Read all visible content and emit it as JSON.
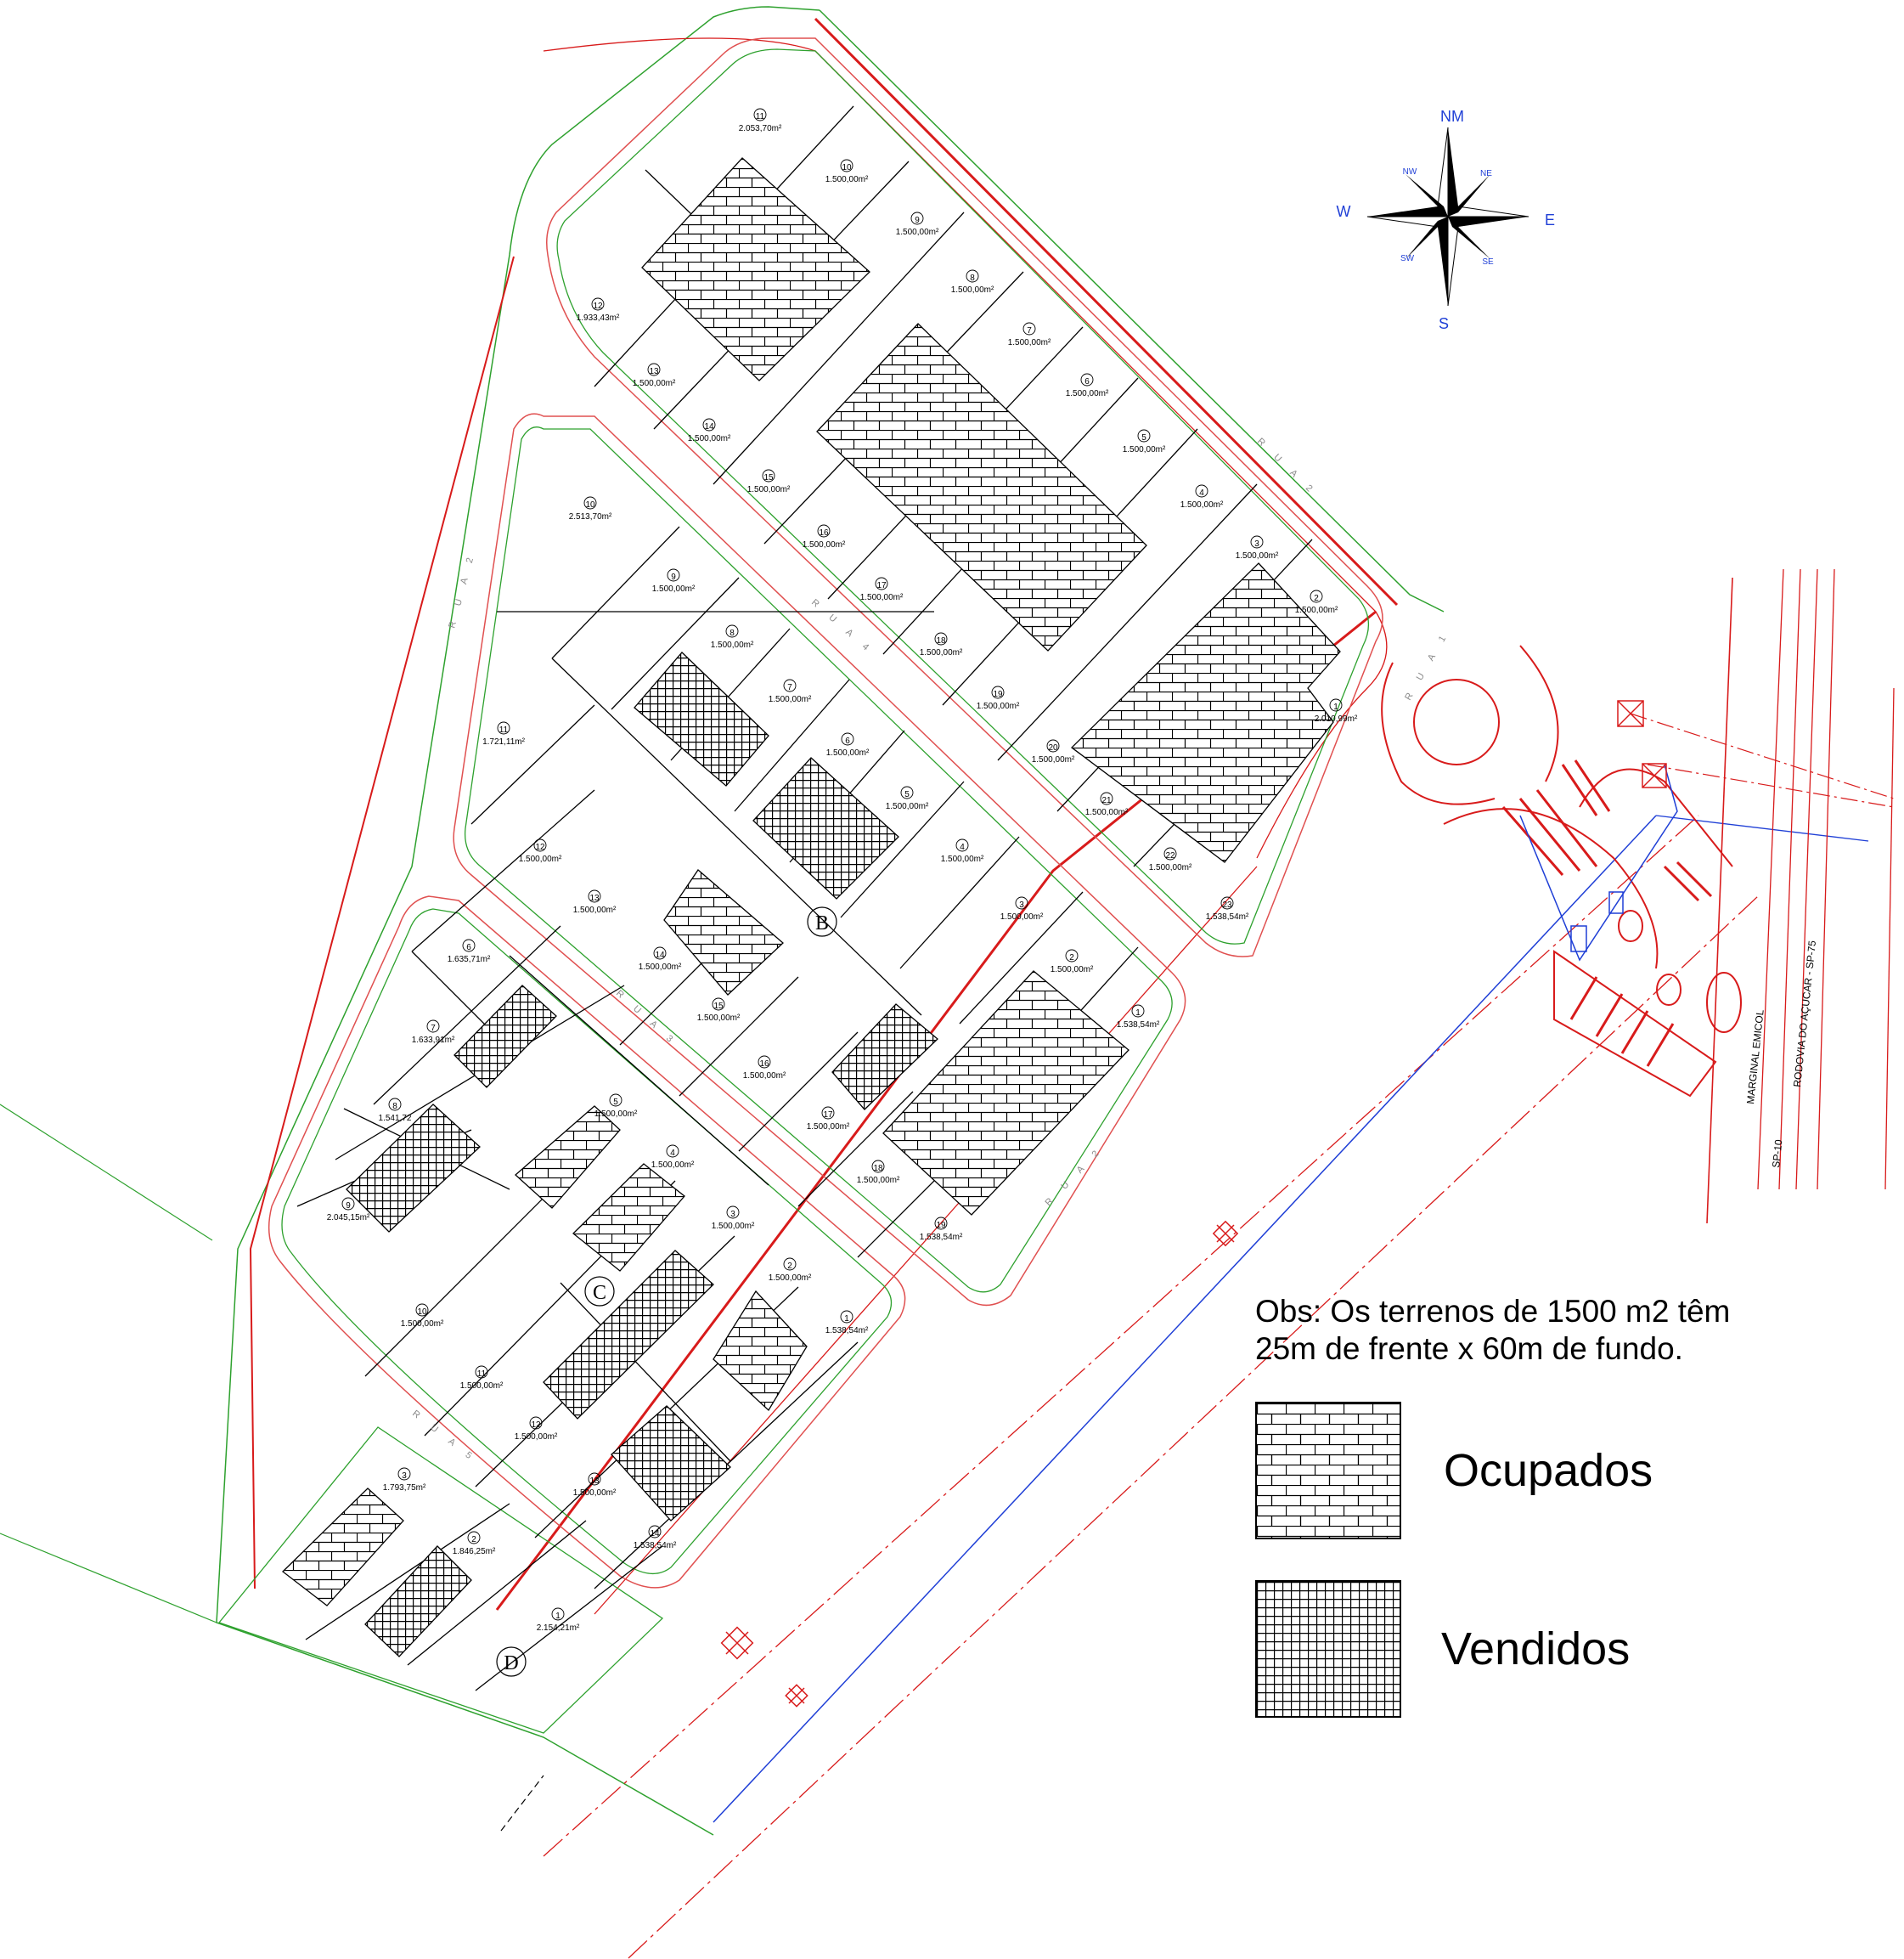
{
  "compass": {
    "n": "NM",
    "s": "S",
    "e": "E",
    "w": "W",
    "ne": "NE",
    "nw": "NW",
    "se": "SE",
    "sw": "SW"
  },
  "streets": {
    "rua2_east": "R U A  2",
    "rua2_west": "R U A  2",
    "rua4": "R U A  4",
    "rua3": "R U A  3",
    "rua1": "R U A  1",
    "rua5": "R U A  5"
  },
  "roads": {
    "marginal": "MARGINAL EMICOL",
    "rodovia": "RODOVIA DO AÇUCAR - SP-75",
    "sp75_km": "SP-10"
  },
  "blocks": {
    "b": "B",
    "c": "C",
    "d": "D"
  },
  "note": {
    "line1": "Obs: Os terrenos de 1500 m2 têm",
    "line2": "25m de frente x 60m de fundo."
  },
  "legend": {
    "occupied": "Ocupados",
    "sold": "Vendidos"
  },
  "lots": [
    {
      "n": "11",
      "a": "2.053,70m²"
    },
    {
      "n": "10",
      "a": "1.500,00m²"
    },
    {
      "n": "9",
      "a": "1.500,00m²"
    },
    {
      "n": "8",
      "a": "1.500,00m²"
    },
    {
      "n": "7",
      "a": "1.500,00m²"
    },
    {
      "n": "6",
      "a": "1.500,00m²"
    },
    {
      "n": "5",
      "a": "1.500,00m²"
    },
    {
      "n": "4",
      "a": "1.500,00m²"
    },
    {
      "n": "3",
      "a": "1.500,00m²"
    },
    {
      "n": "2",
      "a": "1.500,00m²"
    },
    {
      "n": "1",
      "a": "2.010,99m²"
    },
    {
      "n": "12",
      "a": "1.933,43m²"
    },
    {
      "n": "13",
      "a": "1.500,00m²"
    },
    {
      "n": "14",
      "a": "1.500,00m²"
    },
    {
      "n": "15",
      "a": "1.500,00m²"
    },
    {
      "n": "16",
      "a": "1.500,00m²"
    },
    {
      "n": "17",
      "a": "1.500,00m²"
    },
    {
      "n": "18",
      "a": "1.500,00m²"
    },
    {
      "n": "19",
      "a": "1.500,00m²"
    },
    {
      "n": "20",
      "a": "1.500,00m²"
    },
    {
      "n": "21",
      "a": "1.500,00m²"
    },
    {
      "n": "22",
      "a": "1.500,00m²"
    },
    {
      "n": "23",
      "a": "1.538,54m²"
    },
    {
      "n": "10",
      "a": "2.513,70m²"
    },
    {
      "n": "9",
      "a": "1.500,00m²"
    },
    {
      "n": "8",
      "a": "1.500,00m²"
    },
    {
      "n": "7",
      "a": "1.500,00m²"
    },
    {
      "n": "6",
      "a": "1.500,00m²"
    },
    {
      "n": "5",
      "a": "1.500,00m²"
    },
    {
      "n": "4",
      "a": "1.500,00m²"
    },
    {
      "n": "3",
      "a": "1.500,00m²"
    },
    {
      "n": "2",
      "a": "1.500,00m²"
    },
    {
      "n": "1",
      "a": "1.538,54m²"
    },
    {
      "n": "11",
      "a": "1.721,11m²"
    },
    {
      "n": "12",
      "a": "1.500,00m²"
    },
    {
      "n": "13",
      "a": "1.500,00m²"
    },
    {
      "n": "14",
      "a": "1.500,00m²"
    },
    {
      "n": "15",
      "a": "1.500,00m²"
    },
    {
      "n": "16",
      "a": "1.500,00m²"
    },
    {
      "n": "17",
      "a": "1.500,00m²"
    },
    {
      "n": "18",
      "a": "1.500,00m²"
    },
    {
      "n": "19",
      "a": "1.538,54m²"
    },
    {
      "n": "6",
      "a": "1.635,71m²"
    },
    {
      "n": "7",
      "a": "1.633,91m²"
    },
    {
      "n": "8",
      "a": "1.541,72"
    },
    {
      "n": "9",
      "a": "2.045,15m²"
    },
    {
      "n": "5",
      "a": "1.500,00m²"
    },
    {
      "n": "4",
      "a": "1.500,00m²"
    },
    {
      "n": "3",
      "a": "1.500,00m²"
    },
    {
      "n": "2",
      "a": "1.500,00m²"
    },
    {
      "n": "1",
      "a": "1.538,54m²"
    },
    {
      "n": "10",
      "a": "1.500,00m²"
    },
    {
      "n": "11",
      "a": "1.500,00m²"
    },
    {
      "n": "12",
      "a": "1.500,00m²"
    },
    {
      "n": "13",
      "a": "1.500,00m²"
    },
    {
      "n": "14",
      "a": "1.538,54m²"
    },
    {
      "n": "3",
      "a": "1.793,75m²"
    },
    {
      "n": "2",
      "a": "1.846,25m²"
    },
    {
      "n": "1",
      "a": "2.154,21m²"
    }
  ]
}
